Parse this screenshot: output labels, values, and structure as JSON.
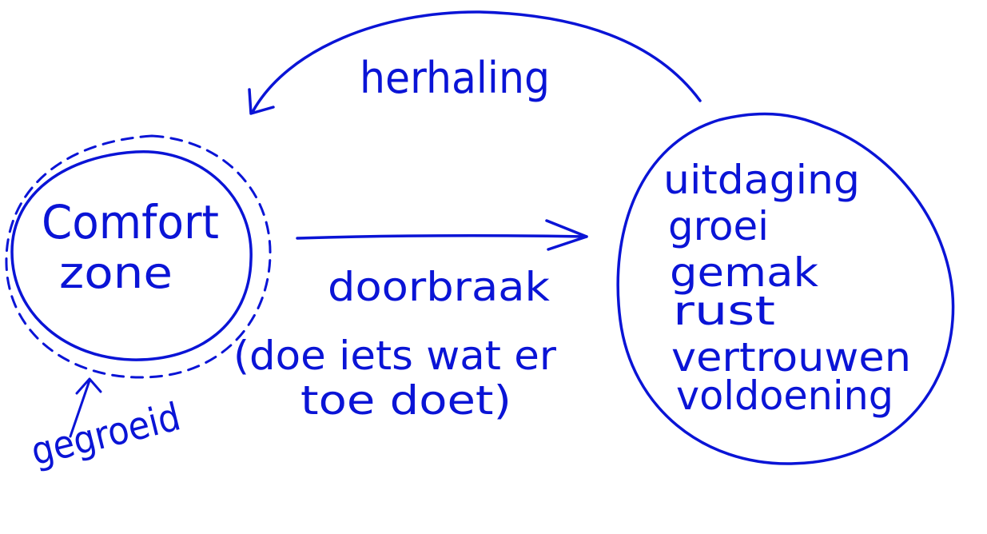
{
  "ink_color": "#0a14d6",
  "background_color": "#ffffff",
  "comfort": {
    "line1": "Comfort",
    "line2": "zone",
    "grown_label": "gegroeid"
  },
  "repeat_label": "herhaling",
  "breakthrough": {
    "label": "doorbraak",
    "note_line1": "(doe iets wat er",
    "note_line2": "toe doet)"
  },
  "outcomes": {
    "items": [
      "uitdaging",
      "groei",
      "gemak",
      "rust",
      "vertrouwen",
      "voldoening"
    ]
  }
}
